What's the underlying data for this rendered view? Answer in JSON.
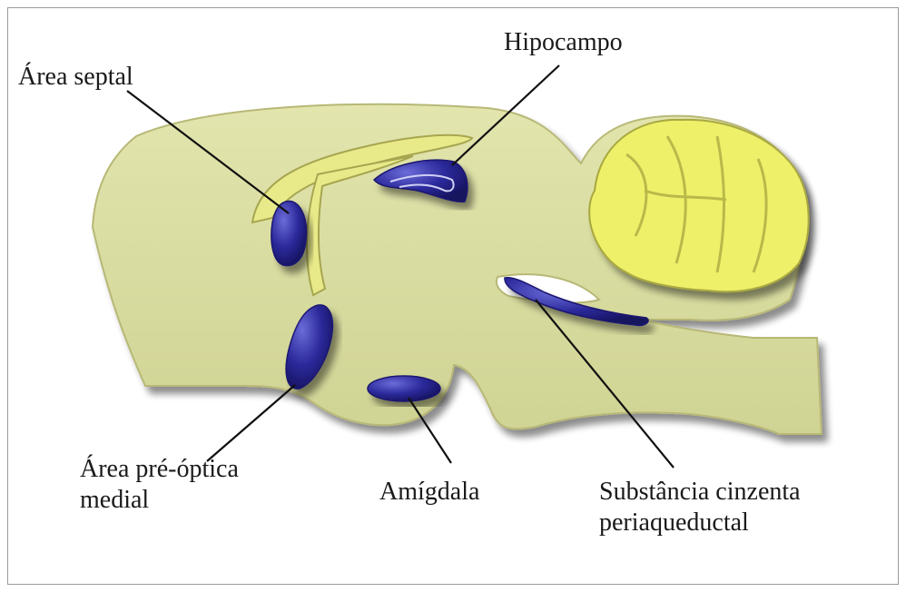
{
  "labels": {
    "area_septal": "Área septal",
    "hipocampo": "Hipocampo",
    "area_preoptica_line1": "Área pré-óptica",
    "area_preoptica_line2": "medial",
    "amigdala": "Amígdala",
    "substancia_line1": "Substância cinzenta",
    "substancia_line2": "periaqueductal"
  },
  "colors": {
    "brain_fill": "#d5d99c",
    "brain_shadow": "#9b9a55",
    "cerebellum_fill": "#eef06a",
    "structure_blue": "#2c2a9c",
    "leader_line": "#111111"
  }
}
